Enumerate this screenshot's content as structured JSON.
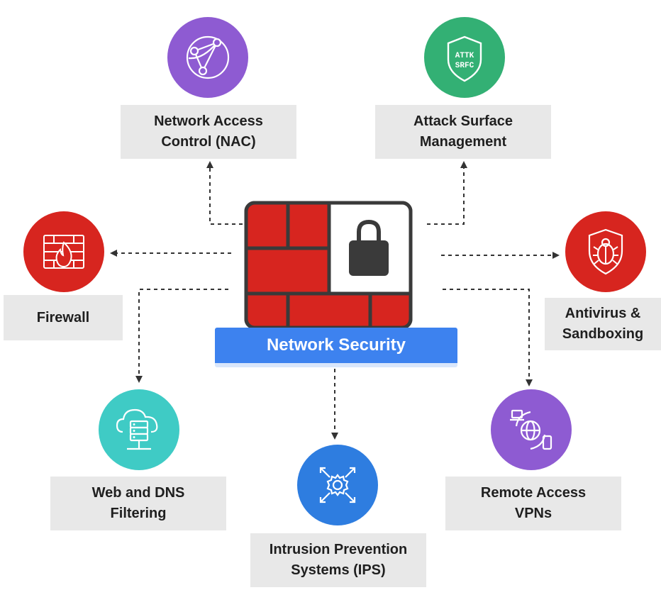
{
  "center": {
    "title": "Network Security"
  },
  "nodes": {
    "nac": {
      "line1": "Network Access",
      "line2": "Control (NAC)",
      "color": "#8e5bd2"
    },
    "asm": {
      "line1": "Attack Surface",
      "line2": "Management",
      "color": "#33b074",
      "badge_line1": "ATTK",
      "badge_line2": "SRFC"
    },
    "firewall": {
      "line1": "Firewall",
      "color": "#d7251f"
    },
    "antivirus": {
      "line1": "Antivirus &",
      "line2": "Sandboxing",
      "color": "#d7251f"
    },
    "dns": {
      "line1": "Web and DNS",
      "line2": "Filtering",
      "color": "#3fcbc5"
    },
    "ips": {
      "line1": "Intrusion Prevention",
      "line2": "Systems (IPS)",
      "color": "#2e7de0"
    },
    "vpn": {
      "line1": "Remote Access",
      "line2": "VPNs",
      "color": "#8e5bd2"
    }
  },
  "colors": {
    "wall_red": "#d7251f",
    "wall_frame": "#3a3a3a",
    "banner_blue": "#3d82ef",
    "label_bg": "#e8e8e8"
  }
}
